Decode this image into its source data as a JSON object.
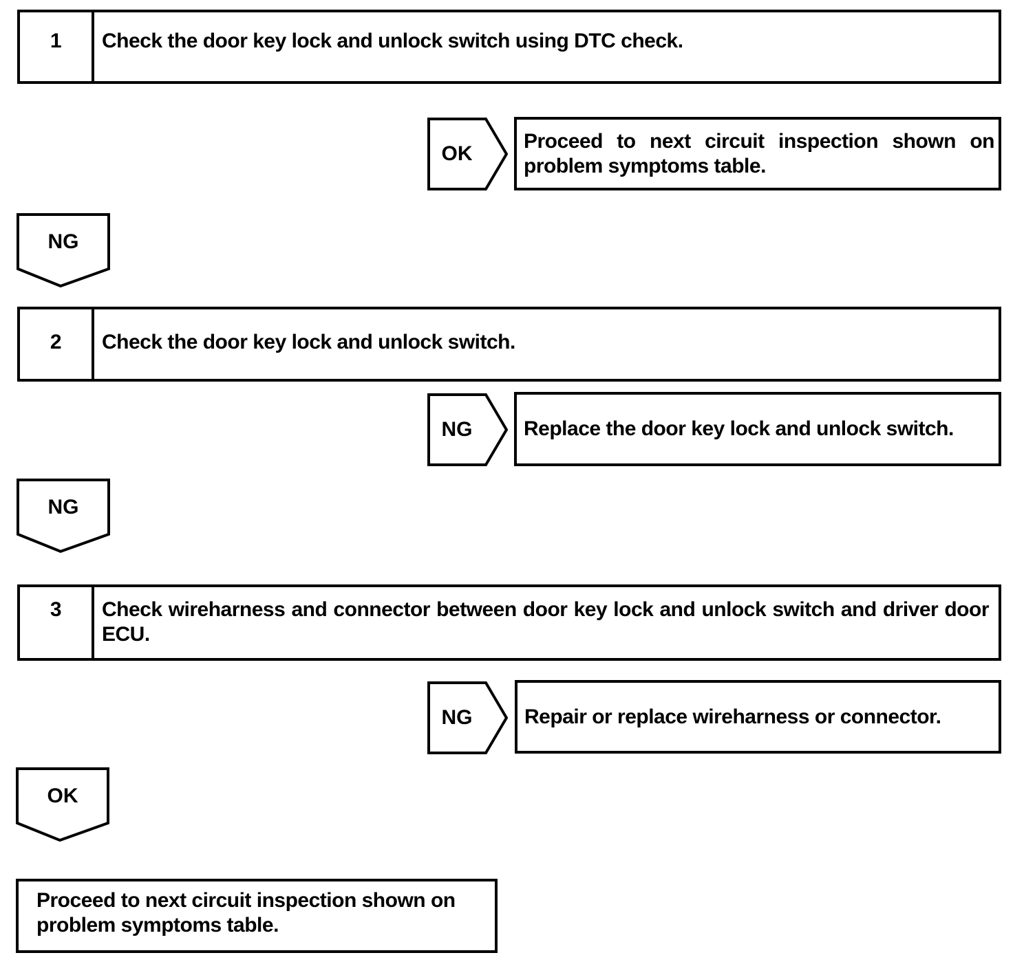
{
  "flowchart": {
    "steps": [
      {
        "number": "1",
        "text": "Check the door key lock and unlock switch using DTC check."
      },
      {
        "number": "2",
        "text": "Check the door key lock and unlock switch."
      },
      {
        "number": "3",
        "text": "Check wireharness and connector between door key lock and unlock switch and driver door ECU."
      }
    ],
    "branches": [
      {
        "arrow_label": "OK",
        "result_text": "Proceed to next circuit inspection shown on problem symptoms table."
      },
      {
        "arrow_label": "NG",
        "result_text": "Replace the door key lock and unlock switch."
      },
      {
        "arrow_label": "NG",
        "result_text": "Repair or replace wireharness or connector."
      }
    ],
    "connectors": [
      {
        "label": "NG"
      },
      {
        "label": "NG"
      },
      {
        "label": "OK"
      }
    ],
    "final_box": {
      "text": "Proceed to next circuit inspection shown on problem symptoms table."
    }
  },
  "colors": {
    "line": "#000000",
    "background": "#ffffff"
  }
}
